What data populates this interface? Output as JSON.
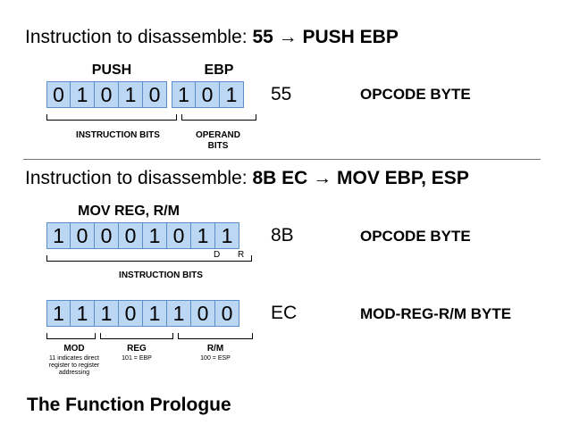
{
  "section1": {
    "heading_prefix": "Instruction to disassemble:",
    "heading_bold": "55 → PUSH EBP",
    "group_labels": [
      "PUSH",
      "EBP"
    ],
    "bits": [
      "0",
      "1",
      "0",
      "1",
      "0",
      "1",
      "0",
      "1"
    ],
    "hex": "55",
    "byte_label": "OPCODE BYTE",
    "annotations": [
      "INSTRUCTION BITS",
      "OPERAND BITS"
    ]
  },
  "section2": {
    "heading_prefix": "Instruction to disassemble:",
    "heading_bold": "8B EC → MOV EBP, ESP",
    "group_label": "MOV REG, R/M",
    "opcode_bits": [
      "1",
      "0",
      "0",
      "0",
      "1",
      "0",
      "1",
      "1"
    ],
    "opcode_hex": "8B",
    "opcode_label": "OPCODE BYTE",
    "flags": [
      "D",
      "R"
    ],
    "opcode_annotation": "INSTRUCTION BITS",
    "modrm_bits": [
      "1",
      "1",
      "1",
      "0",
      "1",
      "1",
      "0",
      "0"
    ],
    "modrm_hex": "EC",
    "modrm_label": "MOD-REG-R/M BYTE",
    "fields": [
      {
        "name": "MOD",
        "desc": "11 indicates direct register to register addressing"
      },
      {
        "name": "REG",
        "desc": "101 = EBP"
      },
      {
        "name": "R/M",
        "desc": "100 = ESP"
      }
    ]
  },
  "footer": "The Function Prologue",
  "colors": {
    "bit_fill": "#bcd7f3",
    "bit_border": "#5b8fc9"
  }
}
